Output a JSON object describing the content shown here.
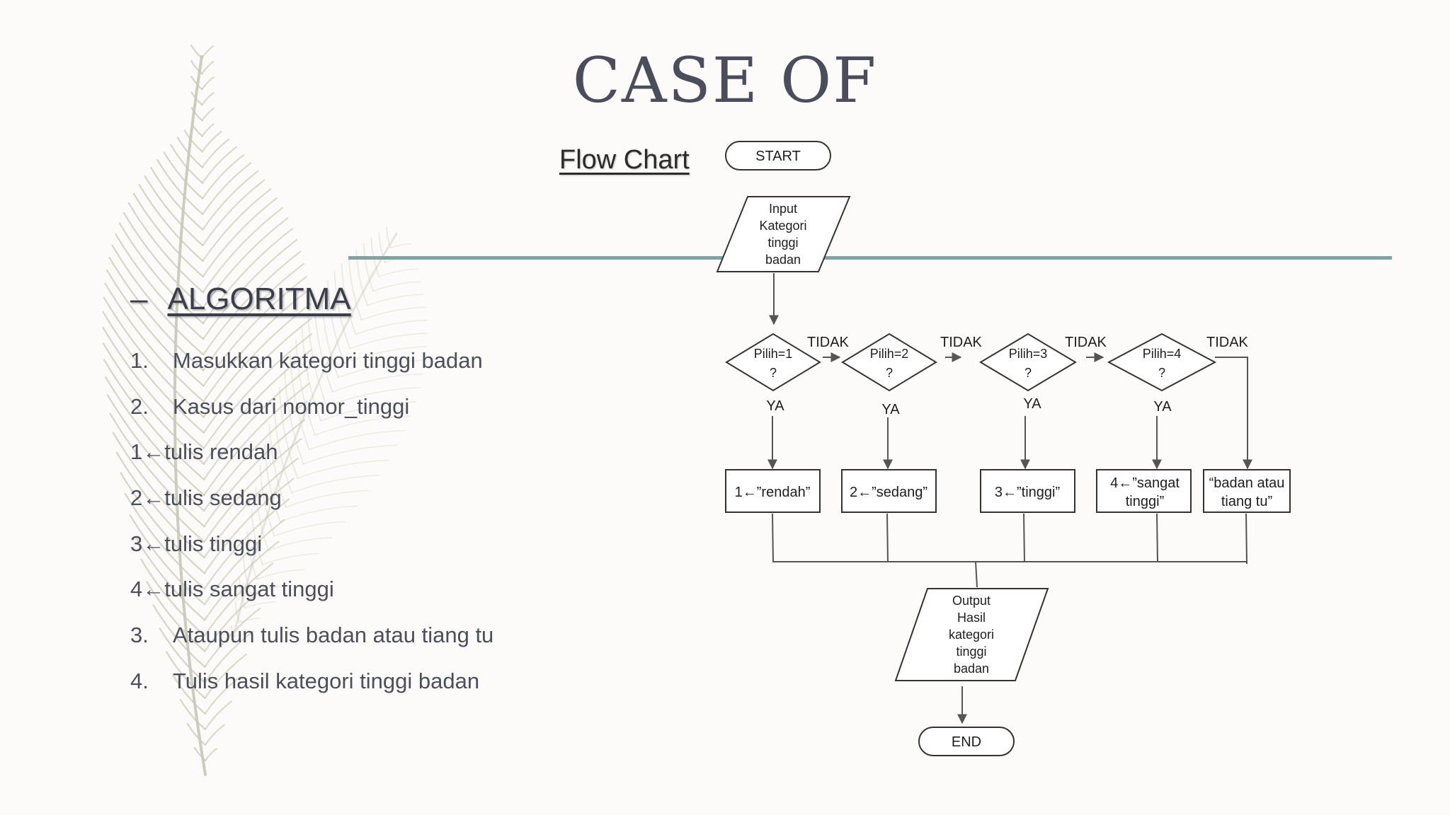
{
  "slide": {
    "title": "CASE OF",
    "subtitle": "Flow Chart"
  },
  "algorithm": {
    "heading_dash": "–",
    "heading": "ALGORITMA",
    "steps": [
      {
        "num": "1.",
        "text": "Masukkan kategori tinggi badan"
      },
      {
        "num": "2.",
        "text": "Kasus dari nomor_tinggi"
      },
      {
        "num": "",
        "text": "1←tulis rendah"
      },
      {
        "num": "",
        "text": "2←tulis sedang"
      },
      {
        "num": "",
        "text": "3←tulis tinggi"
      },
      {
        "num": "",
        "text": "4←tulis sangat tinggi"
      },
      {
        "num": "3.",
        "text": "Ataupun tulis  badan atau tiang tu"
      },
      {
        "num": "4.",
        "text": "Tulis hasil kategori tinggi badan"
      }
    ]
  },
  "flowchart": {
    "start": "START",
    "input_lines": [
      "Input",
      "Kategori",
      "tinggi",
      "badan"
    ],
    "decisions": [
      {
        "line1": "Pilih=1",
        "line2": "?"
      },
      {
        "line1": "Pilih=2",
        "line2": "?"
      },
      {
        "line1": "Pilih=3",
        "line2": "?"
      },
      {
        "line1": "Pilih=4",
        "line2": "?"
      }
    ],
    "no_label": "TIDAK",
    "yes_label": "YA",
    "results": [
      [
        "1←”rendah”"
      ],
      [
        "2←”sedang”"
      ],
      [
        "3←”tinggi”"
      ],
      [
        "4←”sangat",
        "tinggi”"
      ],
      [
        "“badan atau",
        "tiang tu”"
      ]
    ],
    "output_lines": [
      "Output",
      "Hasil",
      "kategori",
      "tinggi",
      "badan"
    ],
    "end": "END"
  },
  "colors": {
    "title": "#4a4e5c",
    "rule": "#7fa3a2",
    "feather": "#c7c9b6",
    "text": "#4b4f5c"
  }
}
